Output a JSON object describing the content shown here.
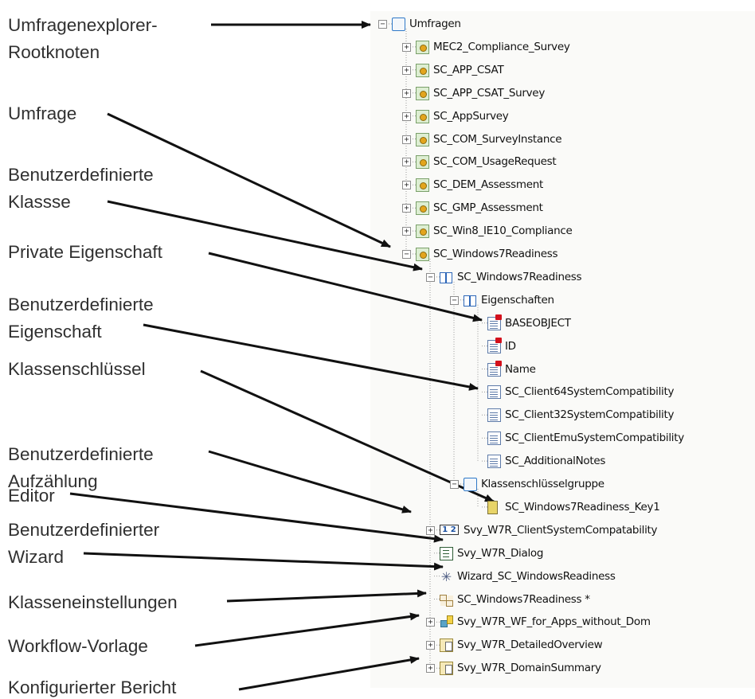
{
  "callouts": [
    {
      "id": "root",
      "lines": [
        "Umfragenexplorer-",
        "Rootknoten"
      ]
    },
    {
      "id": "survey",
      "lines": [
        "Umfrage"
      ]
    },
    {
      "id": "custom-class",
      "lines": [
        "Benutzerdefinierte",
        "Klassse"
      ]
    },
    {
      "id": "private-prop",
      "lines": [
        "Private Eigenschaft"
      ]
    },
    {
      "id": "custom-prop",
      "lines": [
        "Benutzerdefinierte",
        "Eigenschaft"
      ]
    },
    {
      "id": "class-key",
      "lines": [
        "Klassenschlüssel"
      ]
    },
    {
      "id": "custom-enum",
      "lines": [
        "Benutzerdefinierte",
        "Aufzählung"
      ]
    },
    {
      "id": "editor",
      "lines": [
        "Editor"
      ]
    },
    {
      "id": "custom-wizard",
      "lines": [
        "Benutzerdefinierter",
        "Wizard"
      ]
    },
    {
      "id": "class-settings",
      "lines": [
        "Klasseneinstellungen"
      ]
    },
    {
      "id": "workflow-template",
      "lines": [
        "Workflow-Vorlage"
      ]
    },
    {
      "id": "configured-report",
      "lines": [
        "Konfigurierter Bericht"
      ]
    }
  ],
  "tree": [
    {
      "text": "Umfragen",
      "icon": "folder-icon",
      "expander": "minus",
      "level": 0
    },
    {
      "text": "MEC2_Compliance_Survey",
      "icon": "survey-icon",
      "expander": "plus",
      "level": 1
    },
    {
      "text": "SC_APP_CSAT",
      "icon": "survey-icon",
      "expander": "plus",
      "level": 1
    },
    {
      "text": "SC_APP_CSAT_Survey",
      "icon": "survey-icon",
      "expander": "plus",
      "level": 1
    },
    {
      "text": "SC_AppSurvey",
      "icon": "survey-icon",
      "expander": "plus",
      "level": 1
    },
    {
      "text": "SC_COM_SurveyInstance",
      "icon": "survey-icon",
      "expander": "plus",
      "level": 1
    },
    {
      "text": "SC_COM_UsageRequest",
      "icon": "survey-icon",
      "expander": "plus",
      "level": 1
    },
    {
      "text": "SC_DEM_Assessment",
      "icon": "survey-icon",
      "expander": "plus",
      "level": 1
    },
    {
      "text": "SC_GMP_Assessment",
      "icon": "survey-icon",
      "expander": "plus",
      "level": 1
    },
    {
      "text": "SC_Win8_IE10_Compliance",
      "icon": "survey-icon",
      "expander": "plus",
      "level": 1
    },
    {
      "text": "SC_Windows7Readiness",
      "icon": "survey-icon",
      "expander": "minus",
      "level": 1
    },
    {
      "text": "SC_Windows7Readiness",
      "icon": "class-icon",
      "expander": "minus",
      "level": 2
    },
    {
      "text": "Eigenschaften",
      "icon": "properties-group-icon",
      "expander": "minus",
      "level": 3
    },
    {
      "text": "BASEOBJECT",
      "icon": "private-property-icon",
      "expander": "none",
      "level": 4
    },
    {
      "text": "ID",
      "icon": "private-property-icon",
      "expander": "none",
      "level": 4
    },
    {
      "text": "Name",
      "icon": "private-property-icon",
      "expander": "none",
      "level": 4
    },
    {
      "text": "SC_Client64SystemCompatibility",
      "icon": "property-icon",
      "expander": "none",
      "level": 4
    },
    {
      "text": "SC_Client32SystemCompatibility",
      "icon": "property-icon",
      "expander": "none",
      "level": 4
    },
    {
      "text": "SC_ClientEmuSystemCompatibility",
      "icon": "property-icon",
      "expander": "none",
      "level": 4
    },
    {
      "text": "SC_AdditionalNotes",
      "icon": "property-icon",
      "expander": "none",
      "level": 4
    },
    {
      "text": "Klassenschlüsselgruppe",
      "icon": "key-group-icon",
      "expander": "minus",
      "level": 3
    },
    {
      "text": "SC_Windows7Readiness_Key1",
      "icon": "key-icon",
      "expander": "none",
      "level": 4
    },
    {
      "text": "Svy_W7R_ClientSystemCompatability",
      "icon": "enumeration-icon",
      "expander": "plus",
      "level": 2
    },
    {
      "text": "Svy_W7R_Dialog",
      "icon": "editor-icon",
      "expander": "none",
      "level": 2
    },
    {
      "text": "Wizard_SC_WindowsReadiness",
      "icon": "wizard-icon",
      "expander": "none",
      "level": 2
    },
    {
      "text": "SC_Windows7Readiness *",
      "icon": "class-settings-icon",
      "expander": "none",
      "level": 2
    },
    {
      "text": "Svy_W7R_WF_for_Apps_without_Dom",
      "icon": "workflow-icon",
      "expander": "plus",
      "level": 2
    },
    {
      "text": "Svy_W7R_DetailedOverview",
      "icon": "report-icon",
      "expander": "plus",
      "level": 2
    },
    {
      "text": "Svy_W7R_DomainSummary",
      "icon": "report-icon",
      "expander": "plus",
      "level": 2
    }
  ]
}
